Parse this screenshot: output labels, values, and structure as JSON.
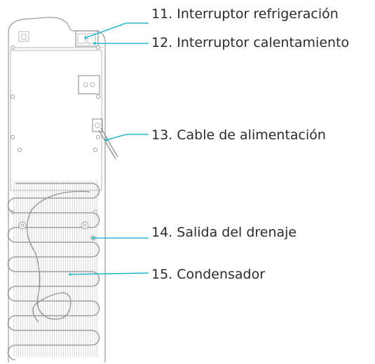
{
  "labels": {
    "item11": "11. Interruptor refrigeración",
    "item12": "12. Interruptor calentamiento",
    "item13": "13. Cable de alimentación",
    "item14": "14. Salida del drenaje",
    "item15": "15. Condensador"
  },
  "colors": {
    "leader": "#27b8cc",
    "label_text": "#2b2b2b",
    "outline": "#9a9a9a"
  }
}
